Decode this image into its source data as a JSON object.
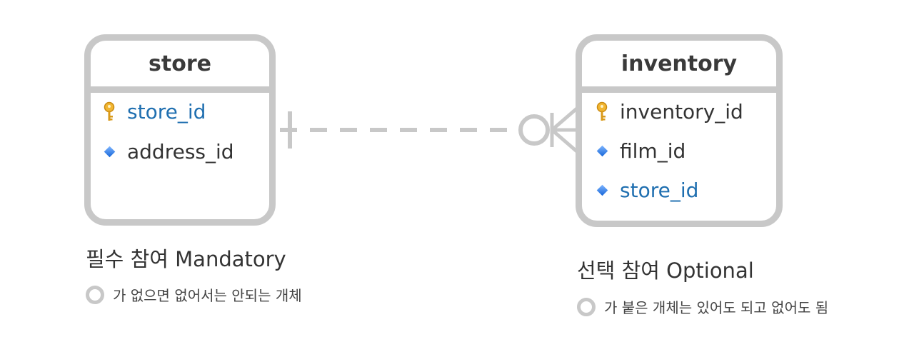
{
  "entities": {
    "store": {
      "title": "store",
      "fields": [
        {
          "name": "store_id",
          "icon": "key-icon"
        },
        {
          "name": "address_id",
          "icon": "diamond-icon"
        }
      ]
    },
    "inventory": {
      "title": "inventory",
      "fields": [
        {
          "name": "inventory_id",
          "icon": "key-icon"
        },
        {
          "name": "film_id",
          "icon": "diamond-icon"
        },
        {
          "name": "store_id",
          "icon": "diamond-icon"
        }
      ]
    }
  },
  "relationship": {
    "style": "dashed",
    "left_end": "one-mandatory",
    "right_end": "zero-or-many",
    "color": "#c8c8c8"
  },
  "captions": {
    "mandatory": {
      "title": "필수 참여 Mandatory",
      "note": "가 없으면 없어서는 안되는 개체"
    },
    "optional": {
      "title": "선택 참여 Optional",
      "note": "가 붙은 개체는 있어도 되고 없어도 됨"
    }
  },
  "colors": {
    "border": "#c8c8c8",
    "foreign_key_text": "#1f6fb0",
    "text": "#333333"
  }
}
